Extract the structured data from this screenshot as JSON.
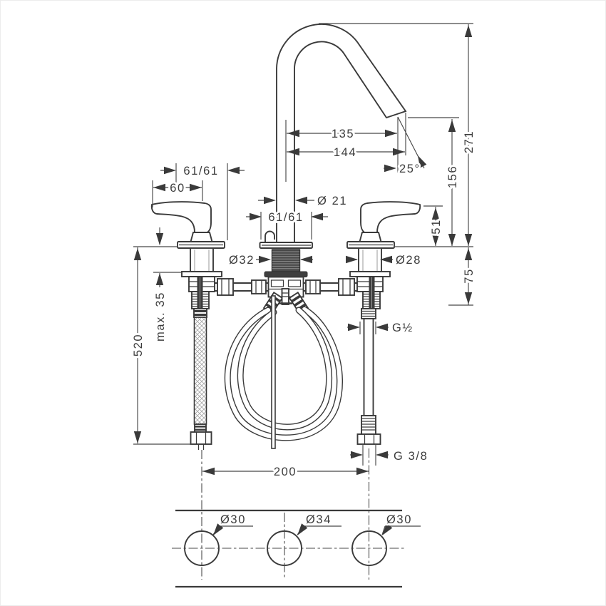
{
  "drawing": {
    "ink_color": "#3a3a3a",
    "background": "#ffffff",
    "dims": {
      "top_pair": "61/61",
      "handle_width": "60",
      "spout_dia": "Ø 21",
      "center_pair": "61/61",
      "reach": "135",
      "reach_outer": "144",
      "angle": "25°",
      "height_total": "271",
      "height_outlet": "156",
      "height_handle": "51",
      "depth_below": "75",
      "shank_center": "Ø32",
      "shank_handle": "Ø28",
      "thread_supply": "G½",
      "deck_max": "max. 35",
      "hose_length": "520",
      "hole_spacing": "200",
      "thread_outlet": "G 3/8"
    },
    "holes": {
      "left": "Ø30",
      "center": "Ø34",
      "right": "Ø30"
    }
  }
}
